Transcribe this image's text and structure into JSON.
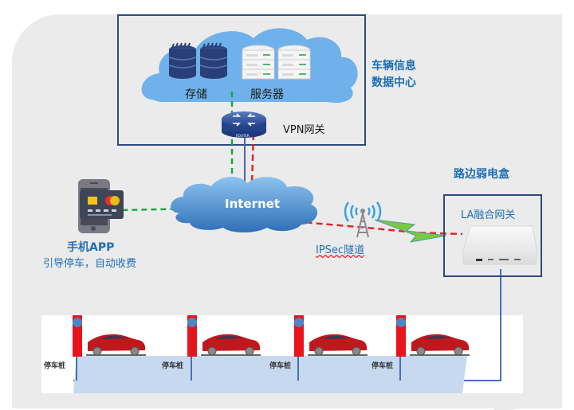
{
  "datacenter": {
    "title_line1": "车辆信息",
    "title_line2": "数据中心",
    "storage_label": "存储",
    "server_label": "服务器",
    "vpn_gateway_label": "VPN网关"
  },
  "internet": {
    "label": "Internet"
  },
  "mobile_app": {
    "title": "手机APP",
    "subtitle": "引导停车，自动收费"
  },
  "ipsec": {
    "label": "IPSec隧道"
  },
  "roadside_box": {
    "title": "路边弱电盒",
    "gateway_label": "LA融合网关"
  },
  "parking": {
    "piles": [
      {
        "label": "停车桩"
      },
      {
        "label": "停车桩"
      },
      {
        "label": "停车桩"
      },
      {
        "label": "停车桩"
      }
    ]
  },
  "colors": {
    "accent_blue": "#1f6fb5",
    "dashed_green": "#1aa54a",
    "dashed_red": "#e8232a",
    "cloud_blue": "#6fb1ea",
    "frame_navy": "#2e4a7a",
    "pile_red": "#e8141c",
    "car_red": "#c0181c"
  }
}
